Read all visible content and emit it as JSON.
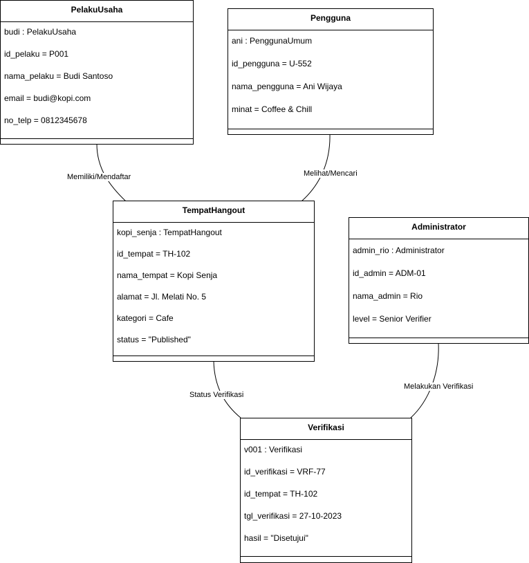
{
  "pelaku_usaha": {
    "title": "PelakuUsaha",
    "attributes": [
      "budi : PelakuUsaha",
      "id_pelaku = P001",
      "nama_pelaku = Budi Santoso",
      "email = budi@kopi.com",
      "no_telp = 0812345678"
    ]
  },
  "pengguna": {
    "title": "Pengguna",
    "attributes": [
      "ani : PenggunaUmum",
      "id_pengguna = U-552",
      "nama_pengguna = Ani Wijaya",
      "minat = Coffee & Chill"
    ]
  },
  "tempat_hangout": {
    "title": "TempatHangout",
    "attributes": [
      "kopi_senja : TempatHangout",
      "id_tempat = TH-102",
      "nama_tempat = Kopi Senja",
      "alamat = Jl. Melati No. 5",
      "kategori = Cafe",
      "status = \"Published\""
    ]
  },
  "administrator": {
    "title": "Administrator",
    "attributes": [
      "admin_rio : Administrator",
      "id_admin = ADM-01",
      "nama_admin = Rio",
      "level = Senior Verifier"
    ]
  },
  "verifikasi": {
    "title": "Verifikasi",
    "attributes": [
      "v001 : Verifikasi",
      "id_verifikasi = VRF-77",
      "id_tempat = TH-102",
      "tgl_verifikasi = 27-10-2023",
      "hasil = \"Disetujui\""
    ]
  },
  "relations": {
    "memiliki": "Memiliki/Mendaftar",
    "melihat": "Melihat/Mencari",
    "status_verifikasi": "Status Verifikasi",
    "melakukan_verifikasi": "Melakukan Verifikasi"
  }
}
